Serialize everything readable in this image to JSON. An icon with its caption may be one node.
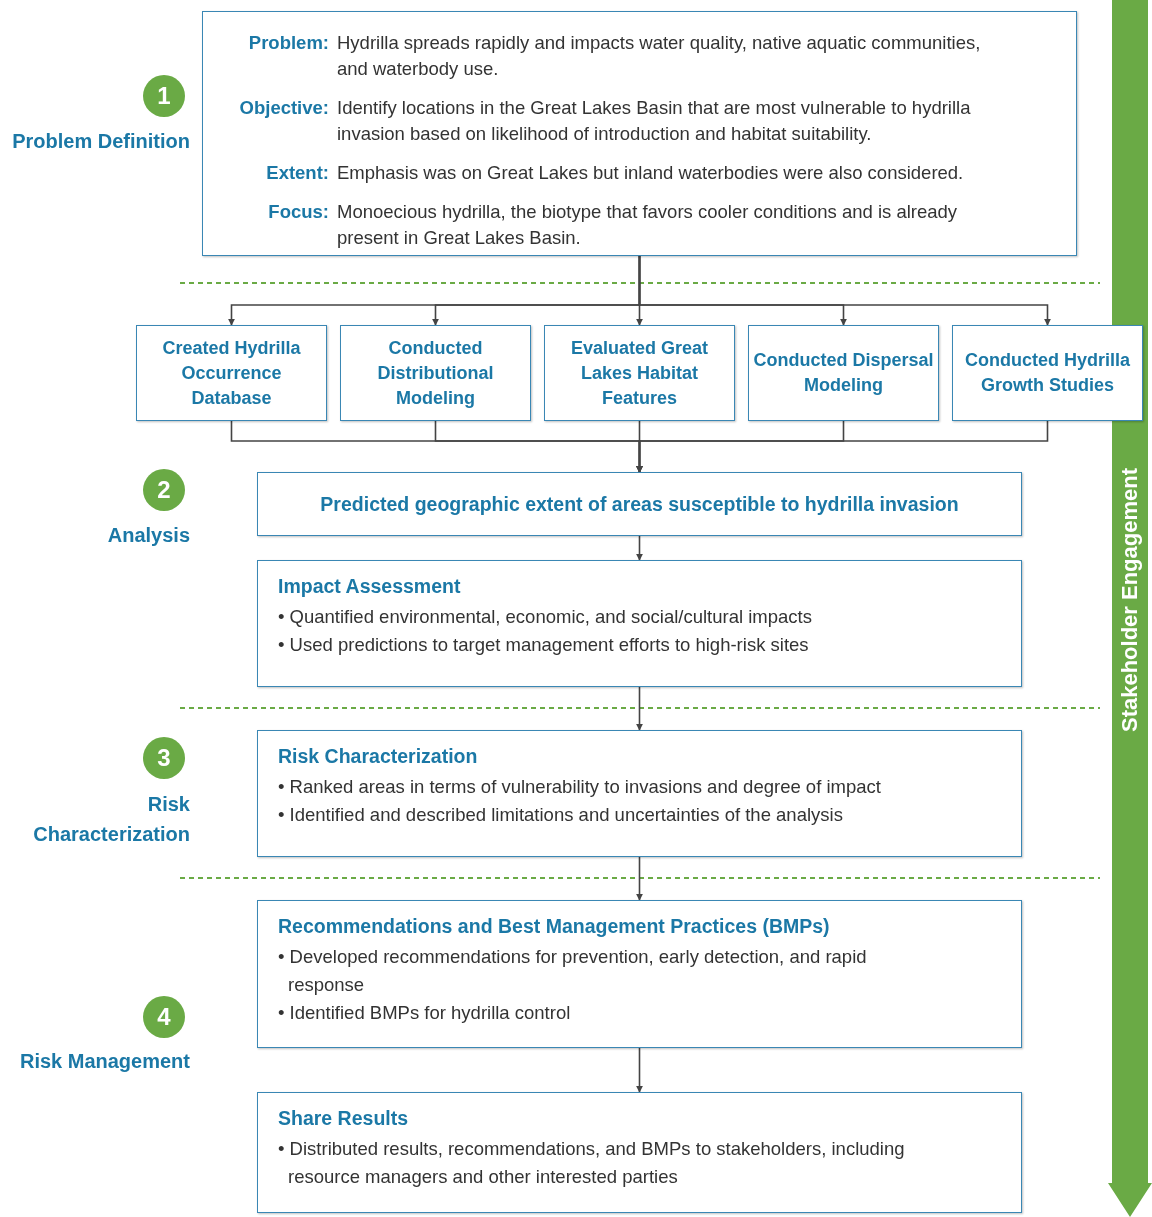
{
  "diagram": {
    "nodes": [
      {
        "text": [
          "Problem:",
          "Hydrilla spreads rapidly and impacts water quality, native aquatic communities, and waterbody use.",
          "Objective:",
          "Identify locations in the Great Lakes Basin that are most vulnerable to hydrilla invasion based on likelihood of introduction and habitat suitability.",
          "Extent:",
          "Emphasis was on Great Lakes but inland waterbodies were also considered.",
          "Focus:",
          "Monoecious hydrilla, the biotype that favors cooler conditions and is already present in Great Lakes Basin."
        ]
      },
      {
        "text": [
          "Created Hydrilla Occurrence Database"
        ]
      },
      {
        "text": [
          "Conducted Distributional Modeling"
        ]
      },
      {
        "text": [
          "Evaluated Great Lakes Habitat Features"
        ]
      },
      {
        "text": [
          "Conducted Dispersal Modeling"
        ]
      },
      {
        "text": [
          "Conducted Hydrilla Growth Studies"
        ]
      },
      {
        "text": [
          "Predicted geographic extent of areas susceptible to hydrilla invasion"
        ]
      },
      {
        "text": [
          "Impact Assessment",
          "• Quantified environmental, economic, and social/cultural impacts",
          "• Used predictions to target management efforts to high-risk sites"
        ]
      },
      {
        "text": [
          "Risk Characterization",
          "• Ranked areas in terms of vulnerability to invasions and degree of impact",
          "• Identified and described limitations and uncertainties of the analysis"
        ]
      },
      {
        "text": [
          "Recommendations and Best Management Practices (BMPs)",
          "• Developed recommendations for prevention, early detection, and rapid response",
          "• Identified BMPs for hydrilla control"
        ]
      },
      {
        "text": [
          "Share Results",
          "• Distributed results, recommendations, and BMPs to stakeholders, including resource managers and other interested parties"
        ]
      },
      {
        "text": [
          "Stakeholder Engagement"
        ]
      },
      {
        "text": [
          "1"
        ],
        "beside": [
          "Problem Definition"
        ]
      },
      {
        "text": [
          "2"
        ],
        "beside": [
          "Analysis"
        ]
      },
      {
        "text": [
          "3"
        ],
        "beside": [
          "Risk Characterization"
        ]
      },
      {
        "text": [
          "4"
        ],
        "beside": [
          "Risk Management"
        ]
      }
    ],
    "edges": [
      {
        "from": 0,
        "to": 1,
        "arrow": "to"
      },
      {
        "from": 0,
        "to": 2,
        "arrow": "to"
      },
      {
        "from": 0,
        "to": 3,
        "arrow": "to"
      },
      {
        "from": 0,
        "to": 4,
        "arrow": "to"
      },
      {
        "from": 0,
        "to": 5,
        "arrow": "to"
      },
      {
        "from": 1,
        "to": 6,
        "arrow": "to"
      },
      {
        "from": 2,
        "to": 6,
        "arrow": "to"
      },
      {
        "from": 3,
        "to": 6,
        "arrow": "to"
      },
      {
        "from": 4,
        "to": 6,
        "arrow": "to"
      },
      {
        "from": 5,
        "to": 6,
        "arrow": "to"
      },
      {
        "from": 6,
        "to": 7,
        "arrow": "to"
      },
      {
        "from": 7,
        "to": 8,
        "arrow": "to"
      },
      {
        "from": 8,
        "to": 9,
        "arrow": "to"
      },
      {
        "from": 9,
        "to": 10,
        "arrow": "to"
      }
    ]
  }
}
